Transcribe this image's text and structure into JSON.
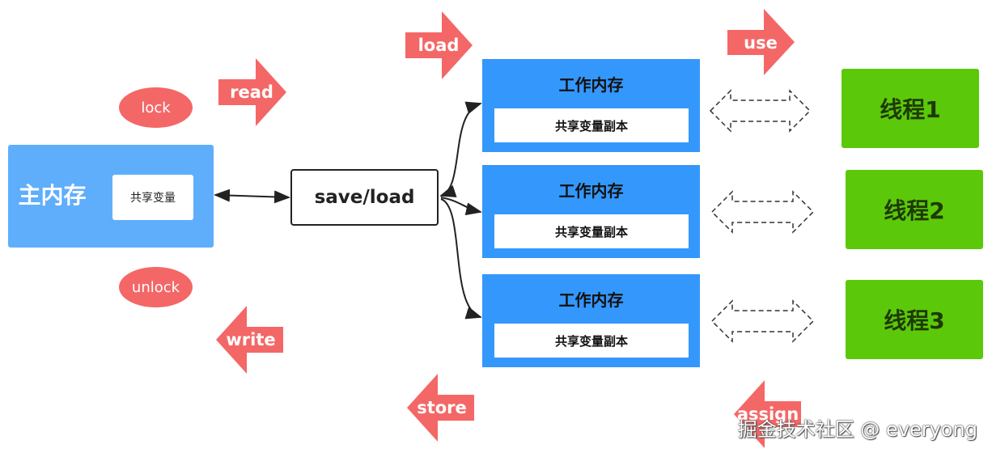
{
  "main_memory": {
    "title": "主内存",
    "variable": "共享变量"
  },
  "hub": {
    "label": "save/load"
  },
  "working_memories": [
    {
      "title": "工作内存",
      "variable": "共享变量副本"
    },
    {
      "title": "工作内存",
      "variable": "共享变量副本"
    },
    {
      "title": "工作内存",
      "variable": "共享变量副本"
    }
  ],
  "threads": [
    "线程1",
    "线程2",
    "线程3"
  ],
  "operations": {
    "lock": "lock",
    "unlock": "unlock",
    "read": "read",
    "write": "write",
    "load": "load",
    "store": "store",
    "use": "use",
    "assign": "assign"
  },
  "watermark": "掘金技术社区 @ everyong",
  "colors": {
    "main_memory": "#5faefc",
    "working_memory": "#3497fb",
    "thread": "#5cc80a",
    "operation": "#f46767"
  }
}
